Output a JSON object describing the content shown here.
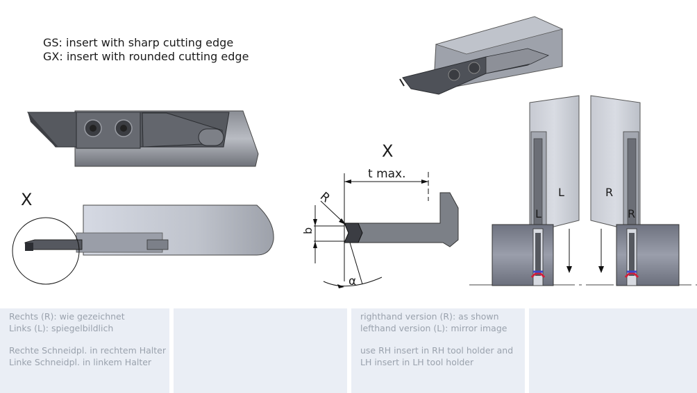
{
  "legend": {
    "gs": "GS: insert with sharp cutting edge",
    "gx": "GX: insert with rounded cutting edge"
  },
  "detail": {
    "x_mark_left": "X",
    "x_mark_center": "X",
    "t_max": "t max.",
    "r_label": "R",
    "b_label": "b",
    "alpha_label": "α"
  },
  "holders": {
    "left_upper": "L",
    "left_lower": "L",
    "right_upper": "R",
    "right_lower": "R"
  },
  "notes": {
    "de": {
      "line1": "Rechts (R): wie gezeichnet",
      "line2": "Links (L): spiegelbildlich ",
      "line3": "Rechte Schneidpl. in rechtem Halter",
      "line4": "Linke Schneidpl. in linkem Halter"
    },
    "en": {
      "line1": "righthand version (R): as shown",
      "line2": "lefthand version (L): mirror image",
      "line3": "use RH insert in RH tool holder and",
      "line4": "LH insert in LH tool holder"
    }
  },
  "colors": {
    "panel": "#eaeef5",
    "note_text": "#9aa2ad",
    "steel_light": "#c9ccd4",
    "steel_dark": "#5b5f66",
    "insert": "#55585f",
    "accent_red": "#d0203a",
    "accent_blue": "#3e47c9"
  }
}
